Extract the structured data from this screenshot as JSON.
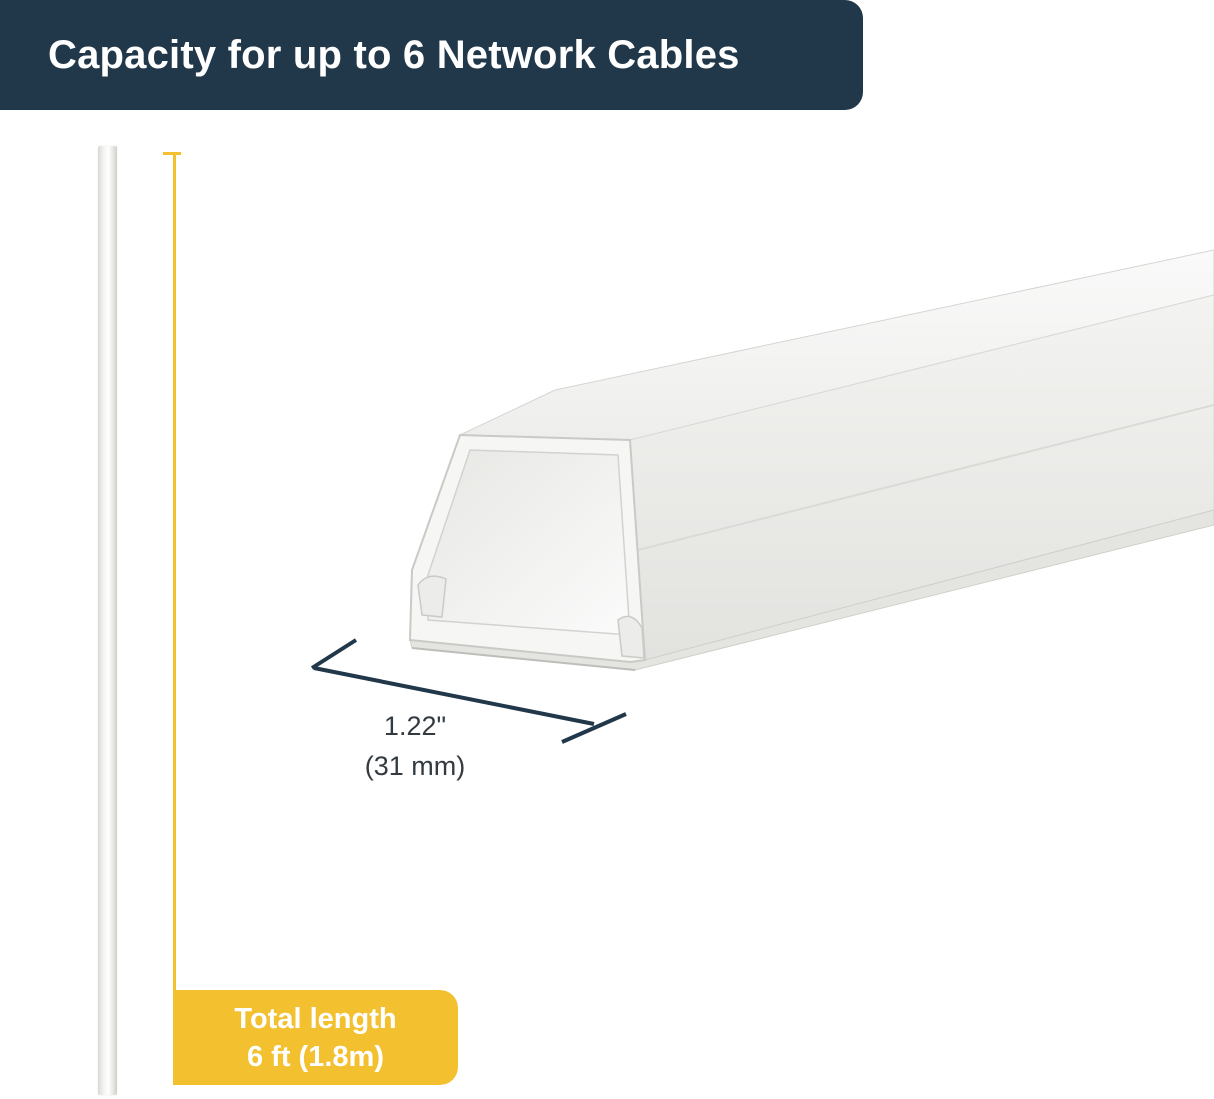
{
  "header": {
    "title": "Capacity for up to 6 Network Cables"
  },
  "length": {
    "line1": "Total length",
    "line2": "6 ft (1.8m)"
  },
  "width": {
    "imperial": "1.22\"",
    "metric": "(31 mm)"
  },
  "colors": {
    "banner": "#21374a",
    "accent_yellow": "#f3c130",
    "dimension_line": "#21374a",
    "raceway_white": "#f4f4f2"
  }
}
